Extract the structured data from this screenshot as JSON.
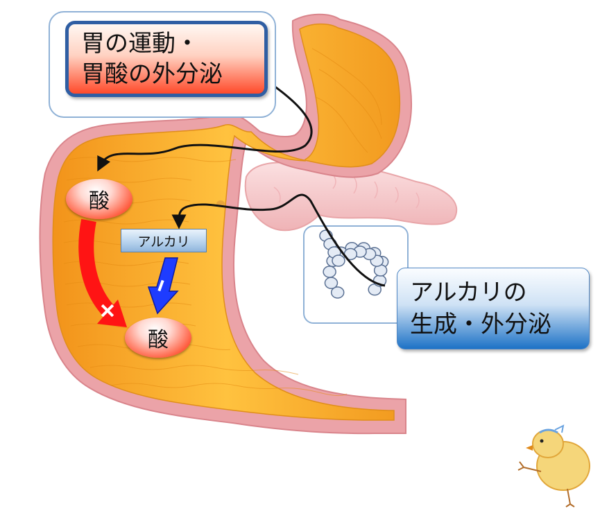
{
  "callout_stomach": {
    "line1": "胃の運動・",
    "line2": "胃酸の外分泌"
  },
  "callout_pancreas": {
    "line1": "アルカリの",
    "line2": "生成・外分泌"
  },
  "acid_top_label": "酸",
  "acid_bottom_label": "酸",
  "alkali_tag_label": "アルカリ",
  "colors": {
    "organ": "#f5a623",
    "organ_edge": "#e59aa0",
    "pancreas": "#f6c7c9",
    "red_arrow": "#ff1a1a",
    "blue_arrow": "#1f3cff",
    "accent_blue": "#1a6fc0"
  }
}
